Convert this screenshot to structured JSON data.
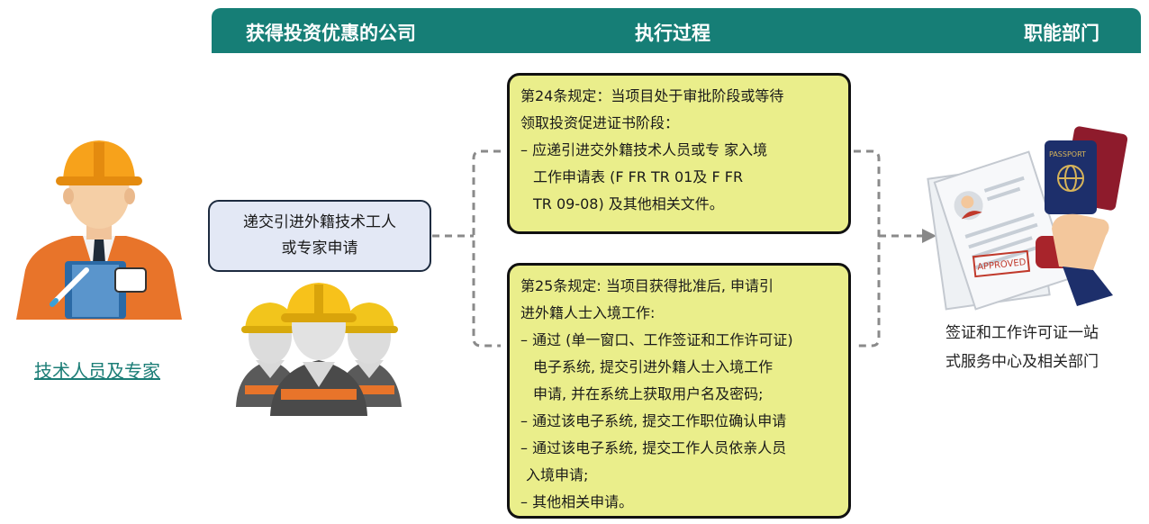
{
  "header": {
    "col1": "获得投资优惠的公司",
    "col2": "执行过程",
    "col3": "职能部门"
  },
  "person_caption": "技术人员及专家",
  "request_box": "递交引进外籍技术工人或专家申请",
  "rule24": {
    "lines": [
      "第24条规定：当项目处于审批阶段或等待",
      "领取投资促进证书阶段：",
      "– 应递引进交外籍技术人员或专 家入境",
      "工作申请表 (F FR TR 01及 F FR",
      "TR 09-08) 及其他相关文件。"
    ]
  },
  "rule25": {
    "lines": [
      "第25条规定: 当项目获得批准后, 申请引",
      "进外籍人士入境工作:",
      "– 通过 (单一窗口、工作签证和工作许可证)",
      "电子系统, 提交引进外籍人士入境工作",
      "申请, 并在系统上获取用户名及密码;",
      "– 通过该电子系统, 提交工作职位确认申请",
      "– 通过该电子系统, 提交工作人员依亲人员",
      "入境申请;",
      "– 其他相关申请。"
    ]
  },
  "dept_caption": {
    "line1": "签证和工作许可证一站",
    "line2": "式服务中心及相关部门"
  },
  "passport_label": "PASSPORT",
  "approved_stamp": "APPROVED",
  "colors": {
    "header_bg": "#167e76",
    "yellow_box": "#eaee8b",
    "request_box": "#e3e8f5",
    "helmet": "#f7a21b",
    "jacket": "#e8742a"
  }
}
